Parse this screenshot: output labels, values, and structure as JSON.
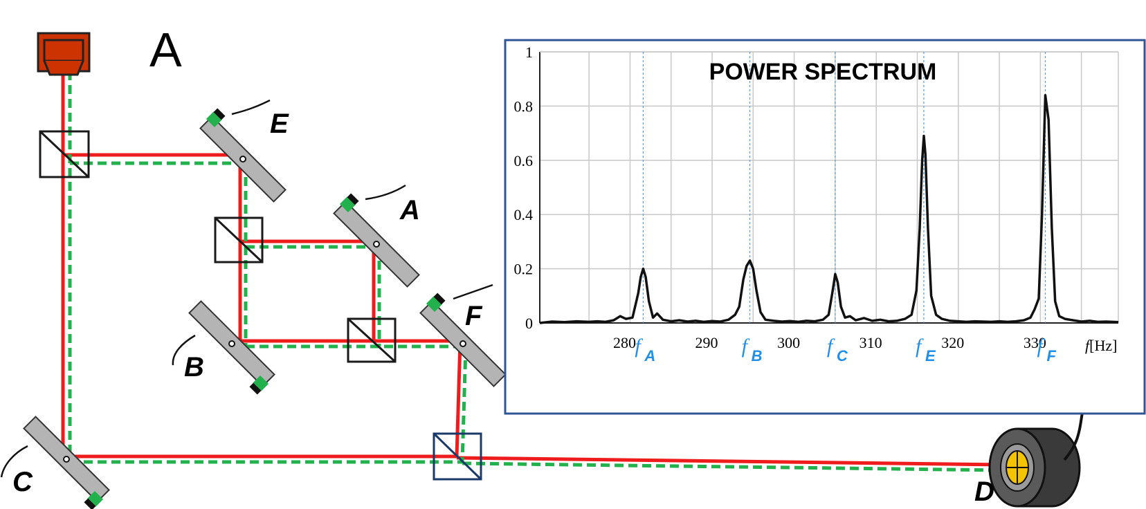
{
  "panel_label": "A",
  "element_labels": {
    "E": "E",
    "A": "A",
    "F": "F",
    "B": "B",
    "C": "C",
    "D": "D"
  },
  "colors": {
    "beam_red": "#ee1c1c",
    "beam_green": "#22b14c",
    "laser": "#cc3300",
    "mirror": "#b4b4b4",
    "actuator": "#22b14c",
    "frequency_label": "#1f8fe8",
    "chart_border": "#2f5597",
    "detector_face": "#f5c400",
    "detector_body": "#3a3a3a",
    "scope_connector": "#5b9bd5"
  },
  "chart": {
    "title": "POWER SPECTRUM",
    "x_unit_label": "f",
    "x_unit_bracket": "[Hz]"
  },
  "chart_data": {
    "type": "line",
    "title": "POWER SPECTRUM",
    "xlabel": "f [Hz]",
    "ylabel": "",
    "xlim": [
      269,
      339.5
    ],
    "ylim": [
      0,
      1
    ],
    "x_ticks": [
      "280",
      "290",
      "300",
      "310",
      "320",
      "330"
    ],
    "x_tick_values": [
      280,
      290,
      300,
      310,
      320,
      330
    ],
    "y_ticks": [
      "0",
      "0.2",
      "0.4",
      "0.6",
      "0.8",
      "1"
    ],
    "y_tick_values": [
      0,
      0.2,
      0.4,
      0.6,
      0.8,
      1
    ],
    "grid": true,
    "peaks": [
      {
        "name": "f_A",
        "f": "f",
        "sub": "A",
        "x": 281.6,
        "y": 0.2
      },
      {
        "name": "f_B",
        "f": "f",
        "sub": "B",
        "x": 294.6,
        "y": 0.23
      },
      {
        "name": "f_C",
        "f": "f",
        "sub": "C",
        "x": 305.0,
        "y": 0.18
      },
      {
        "name": "f_E",
        "f": "f",
        "sub": "E",
        "x": 315.8,
        "y": 0.69
      },
      {
        "name": "f_F",
        "f": "f",
        "sub": "F",
        "x": 330.6,
        "y": 0.84
      }
    ],
    "series": [
      {
        "x": [
          269.0,
          270.5,
          272.0,
          273.5,
          275.0,
          276.0,
          277.0,
          278.0,
          278.8,
          279.5,
          280.3,
          281.0,
          281.3,
          281.6,
          281.9,
          282.3,
          282.8,
          283.3,
          284.0,
          285.0,
          286.0,
          287.0,
          288.0,
          289.0,
          290.0,
          291.0,
          292.0,
          292.8,
          293.3,
          293.8,
          294.2,
          294.6,
          295.0,
          295.4,
          295.9,
          296.5,
          297.5,
          298.5,
          299.5,
          300.5,
          301.5,
          302.5,
          303.5,
          304.2,
          304.7,
          305.0,
          305.3,
          305.7,
          306.2,
          306.8,
          307.5,
          308.5,
          309.5,
          310.5,
          311.5,
          312.5,
          313.5,
          314.3,
          314.9,
          315.3,
          315.6,
          315.8,
          316.0,
          316.3,
          316.7,
          317.3,
          318.0,
          319.0,
          320.0,
          321.0,
          322.0,
          323.0,
          324.0,
          325.0,
          326.0,
          327.0,
          328.0,
          328.8,
          329.3,
          329.8,
          330.2,
          330.6,
          331.0,
          331.4,
          331.8,
          332.3,
          333.0,
          334.0,
          335.0,
          336.0,
          337.0,
          338.0,
          339.5
        ],
        "y": [
          0.0,
          0.005,
          0.003,
          0.006,
          0.004,
          0.006,
          0.004,
          0.01,
          0.025,
          0.015,
          0.02,
          0.11,
          0.17,
          0.2,
          0.17,
          0.08,
          0.02,
          0.035,
          0.012,
          0.006,
          0.01,
          0.005,
          0.008,
          0.004,
          0.007,
          0.005,
          0.012,
          0.03,
          0.06,
          0.16,
          0.21,
          0.23,
          0.2,
          0.12,
          0.04,
          0.012,
          0.008,
          0.005,
          0.007,
          0.004,
          0.008,
          0.006,
          0.012,
          0.03,
          0.12,
          0.18,
          0.15,
          0.06,
          0.02,
          0.025,
          0.01,
          0.018,
          0.008,
          0.012,
          0.006,
          0.008,
          0.015,
          0.03,
          0.12,
          0.35,
          0.6,
          0.69,
          0.62,
          0.35,
          0.1,
          0.03,
          0.015,
          0.008,
          0.006,
          0.004,
          0.006,
          0.005,
          0.004,
          0.006,
          0.004,
          0.006,
          0.01,
          0.02,
          0.05,
          0.09,
          0.4,
          0.84,
          0.75,
          0.35,
          0.08,
          0.025,
          0.015,
          0.01,
          0.005,
          0.008,
          0.004,
          0.005,
          0.003
        ]
      }
    ]
  }
}
